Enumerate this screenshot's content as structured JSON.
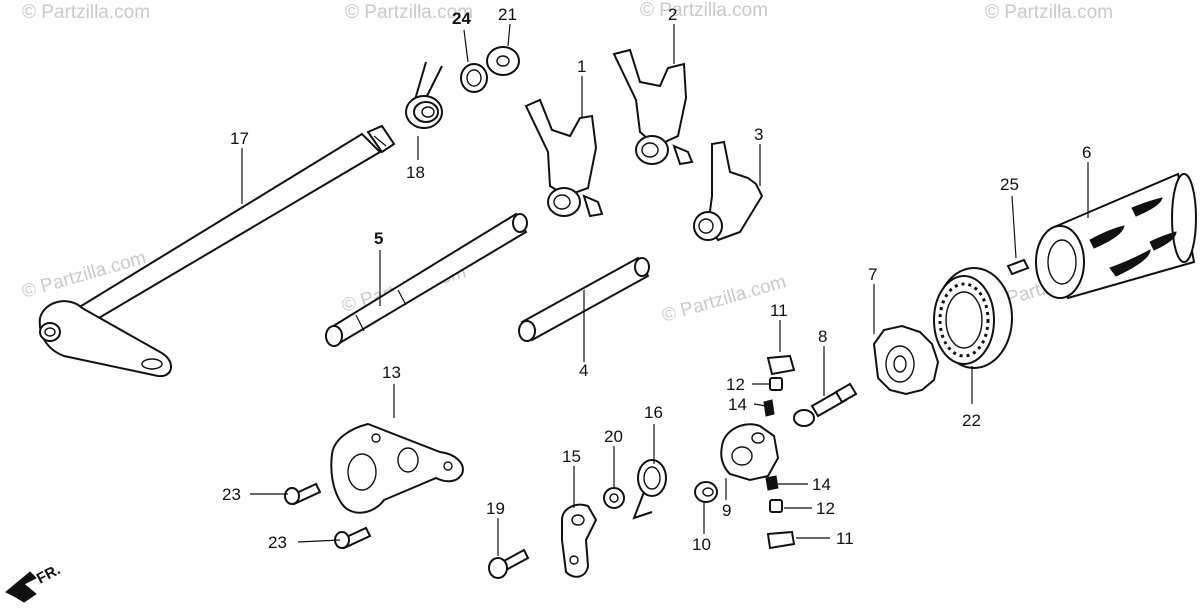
{
  "watermark": {
    "text": "© Partzilla.com"
  },
  "direction_label": "FR.",
  "parts": [
    {
      "key": "p1",
      "label": "1"
    },
    {
      "key": "p2",
      "label": "2"
    },
    {
      "key": "p3",
      "label": "3"
    },
    {
      "key": "p4",
      "label": "4"
    },
    {
      "key": "p5",
      "label": "5"
    },
    {
      "key": "p6",
      "label": "6"
    },
    {
      "key": "p7",
      "label": "7"
    },
    {
      "key": "p8",
      "label": "8"
    },
    {
      "key": "p9",
      "label": "9"
    },
    {
      "key": "p10",
      "label": "10"
    },
    {
      "key": "p11a",
      "label": "11"
    },
    {
      "key": "p11b",
      "label": "11"
    },
    {
      "key": "p12a",
      "label": "12"
    },
    {
      "key": "p12b",
      "label": "12"
    },
    {
      "key": "p13",
      "label": "13"
    },
    {
      "key": "p14a",
      "label": "14"
    },
    {
      "key": "p14b",
      "label": "14"
    },
    {
      "key": "p15",
      "label": "15"
    },
    {
      "key": "p16",
      "label": "16"
    },
    {
      "key": "p17",
      "label": "17"
    },
    {
      "key": "p18",
      "label": "18"
    },
    {
      "key": "p19",
      "label": "19"
    },
    {
      "key": "p20",
      "label": "20"
    },
    {
      "key": "p21",
      "label": "21"
    },
    {
      "key": "p22",
      "label": "22"
    },
    {
      "key": "p23a",
      "label": "23"
    },
    {
      "key": "p23b",
      "label": "23"
    },
    {
      "key": "p24",
      "label": "24"
    },
    {
      "key": "p25",
      "label": "25"
    }
  ]
}
